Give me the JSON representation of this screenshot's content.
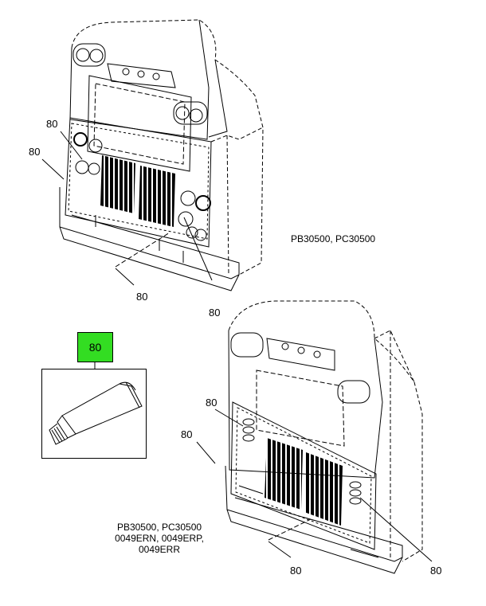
{
  "callouts": {
    "top_left_upper": "80",
    "top_left_lower": "80",
    "top_bottom": "80",
    "top_right": "80",
    "bottom_left_upper": "80",
    "bottom_left_lower": "80",
    "bottom_bottom": "80",
    "bottom_right": "80",
    "material_box": "80"
  },
  "captions": {
    "top_model": "PB30500, PC30500",
    "bottom_line1": "PB30500, PC30500",
    "bottom_line2": "0049ERN, 0049ERP,",
    "bottom_line3": "0049ERR"
  },
  "colors": {
    "highlight_box": "#33dd22"
  },
  "icons": {
    "tube": "sealant-tube-icon"
  }
}
